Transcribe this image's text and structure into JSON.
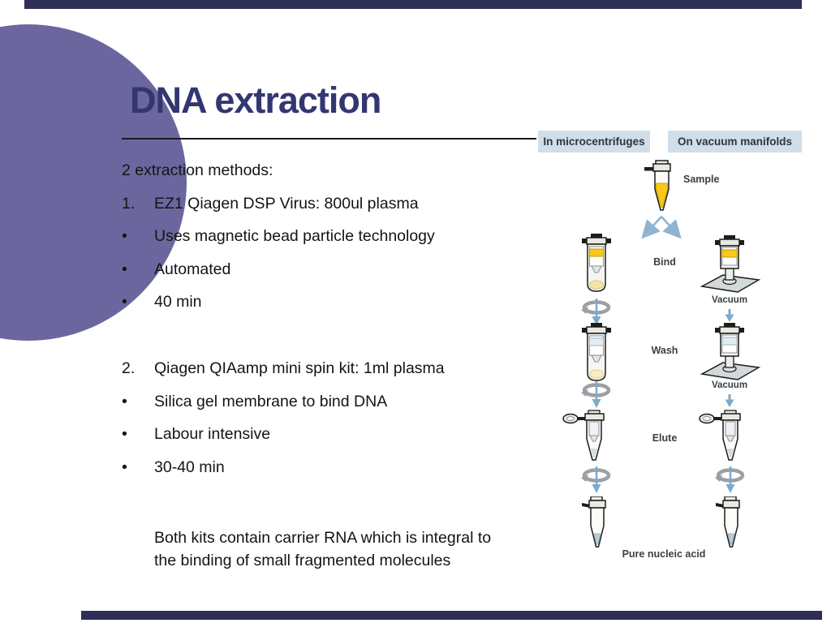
{
  "title": "DNA extraction",
  "content": {
    "intro": "2 extraction methods:",
    "items": [
      {
        "marker": "1.",
        "text": "EZ1 Qiagen DSP Virus: 800ul plasma"
      },
      {
        "marker": "•",
        "text": "Uses magnetic bead particle technology"
      },
      {
        "marker": "•",
        "text": "Automated"
      },
      {
        "marker": "•",
        "text": "40 min"
      },
      {
        "marker": "2.",
        "text": "Qiagen QIAamp mini spin kit: 1ml plasma"
      },
      {
        "marker": "•",
        "text": "Silica gel membrane to bind DNA"
      },
      {
        "marker": "•",
        "text": "Labour intensive"
      },
      {
        "marker": "•",
        "text": "30-40 min"
      }
    ],
    "note": "Both kits contain carrier RNA which is integral to the binding of small fragmented molecules"
  },
  "diagram": {
    "headers": {
      "left": "In microcentrifuges",
      "right": "On vacuum manifolds"
    },
    "labels": {
      "sample": "Sample",
      "bind": "Bind",
      "wash": "Wash",
      "elute": "Elute",
      "vacuum": "Vacuum",
      "result": "Pure nucleic acid"
    },
    "icons": [
      "sample-tube-icon",
      "diverge-arrows-icon",
      "spin-column-tube-icon",
      "centrifuge-spin-icon",
      "vacuum-manifold-column-icon",
      "down-arrow-icon",
      "elute-tube-icon",
      "final-tube-icon"
    ]
  },
  "colors": {
    "bar_navy": "#2e2e57",
    "circle_purple": "#6b679e",
    "circle_teal": "#8fc2b7",
    "title_navy": "#343672",
    "chip_background": "#cfdeea",
    "arrow_blue": "#8fb4d2",
    "sample_yellow": "#fdc816"
  }
}
